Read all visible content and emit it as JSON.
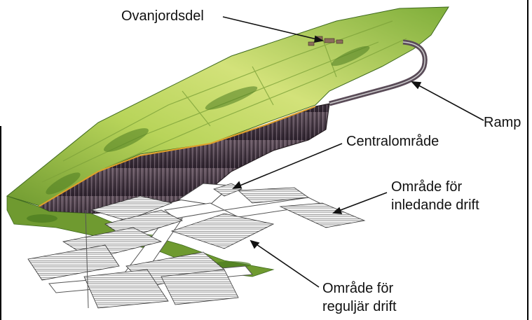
{
  "labels": {
    "surface": "Ovanjordsdel",
    "ramp": "Ramp",
    "central": "Centralområde",
    "initial_line1": "Område för",
    "initial_line2": "inledande drift",
    "regular_line1": "Område för",
    "regular_line2": "reguljär drift"
  },
  "colors": {
    "grass_light": "#c9dd6a",
    "grass_dark": "#5f8f2a",
    "rock": "#4a3a48",
    "tunnel_lines": "#8a8a8a",
    "orange_edge": "#e0a02a"
  }
}
